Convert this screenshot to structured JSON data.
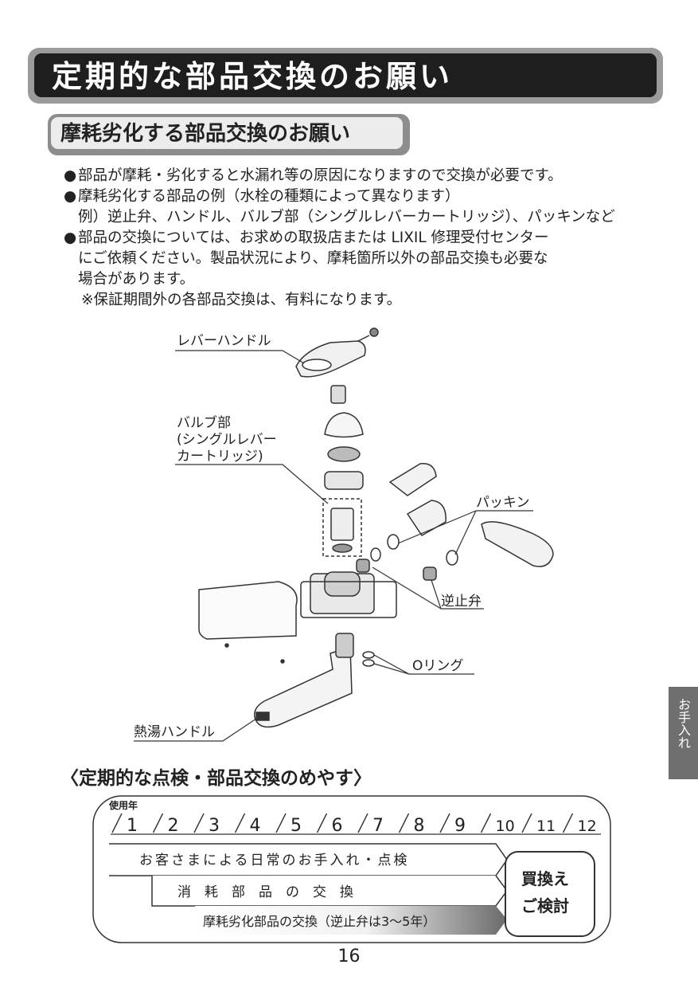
{
  "header": {
    "title": "定期的な部品交換のお願い"
  },
  "section": {
    "title": "摩耗劣化する部品交換のお願い"
  },
  "bullets": {
    "b1": "部品が摩耗・劣化すると水漏れ等の原因になりますので交換が必要です。",
    "b2": "摩耗劣化する部品の例（水栓の種類によって異なります）",
    "b2_example": "例）逆止弁、ハンドル、バルブ部（シングルレバーカートリッジ）、パッキンなど",
    "b3_line1": "部品の交換については、お求めの取扱店または LIXIL 修理受付センター",
    "b3_line2": "にご依頼ください。製品状況により、摩耗箇所以外の部品交換も必要な",
    "b3_line3": "場合があります。",
    "note": "※保証期間外の各部品交換は、有料になります。"
  },
  "diagram": {
    "label_lever": "レバーハンドル",
    "label_valve_1": "バルブ部",
    "label_valve_2": "(シングルレバー",
    "label_valve_3": "カートリッジ)",
    "label_packing": "パッキン",
    "label_check_valve": "逆止弁",
    "label_oring": "Oリング",
    "label_hot_handle": "熱湯ハンドル"
  },
  "side_tab": {
    "label": "お手入れ"
  },
  "guide": {
    "title": "〈定期的な点検・部品交換のめやす〉",
    "years_label": "使用年",
    "years": [
      "1",
      "2",
      "3",
      "4",
      "5",
      "6",
      "7",
      "8",
      "9",
      "10",
      "11",
      "12"
    ],
    "row1": "お客さまによる日常のお手入れ・点検",
    "row2": "消　耗　部　品　の　交　換",
    "row3": "摩耗劣化部品の交換（逆止弁は3〜5年）",
    "replace_1": "買換え",
    "replace_2": "ご検討"
  },
  "page_number": "16"
}
